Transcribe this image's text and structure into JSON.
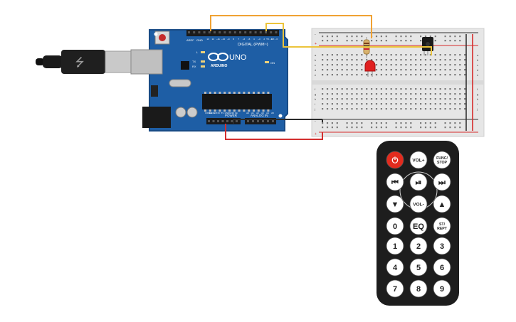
{
  "arduino": {
    "logo_text": "UNO",
    "brand_text": "ARDUINO",
    "digital_header": "DIGITAL (PWM~)",
    "power_header": "POWER",
    "analog_header": "ANALOG IN",
    "on_led_label": "ON",
    "tx_label": "TX",
    "rx_label": "RX",
    "l_led_label": "L",
    "aref_label": "AREF",
    "gnd_label": "GND",
    "digital_pins": [
      "13",
      "12",
      "~11",
      "~10",
      "~9",
      "8",
      "7",
      "~6",
      "~5",
      "4",
      "~3",
      "2",
      "TX→1",
      "RX←0"
    ],
    "power_pins": [
      "IOREF",
      "RESET",
      "3.3V",
      "5V",
      "GND",
      "GND",
      "Vin"
    ],
    "analog_pins": [
      "A0",
      "A1",
      "A2",
      "A3",
      "A4",
      "A5"
    ]
  },
  "breadboard": {
    "top_rail_signs": [
      "-",
      "+"
    ],
    "bottom_rail_signs": [
      "-",
      "+"
    ],
    "row_letters_top": [
      "a",
      "b",
      "c",
      "d",
      "e"
    ],
    "row_letters_bottom": [
      "f",
      "g",
      "h",
      "i",
      "j"
    ]
  },
  "remote": {
    "buttons": [
      {
        "id": "power",
        "label": "⏻",
        "color": "#e32b1e",
        "text_color": "#ffffff"
      },
      {
        "id": "vol-up",
        "label": "VOL+"
      },
      {
        "id": "func-stop",
        "label": "FUNC/\nSTOP"
      },
      {
        "id": "rewind",
        "label": "⏮"
      },
      {
        "id": "play-pause",
        "label": "⏯"
      },
      {
        "id": "fast-forward",
        "label": "⏭"
      },
      {
        "id": "down",
        "label": "▼"
      },
      {
        "id": "vol-down",
        "label": "VOL-"
      },
      {
        "id": "up",
        "label": "▲"
      },
      {
        "id": "digit-0",
        "label": "0"
      },
      {
        "id": "eq",
        "label": "EQ"
      },
      {
        "id": "st-rept",
        "label": "ST/\nREPT"
      },
      {
        "id": "digit-1",
        "label": "1"
      },
      {
        "id": "digit-2",
        "label": "2"
      },
      {
        "id": "digit-3",
        "label": "3"
      },
      {
        "id": "digit-4",
        "label": "4"
      },
      {
        "id": "digit-5",
        "label": "5"
      },
      {
        "id": "digit-6",
        "label": "6"
      },
      {
        "id": "digit-7",
        "label": "7"
      },
      {
        "id": "digit-8",
        "label": "8"
      },
      {
        "id": "digit-9",
        "label": "9"
      }
    ]
  },
  "colors": {
    "arduino_board": "#1e5ea5",
    "arduino_dark": "#174a85",
    "breadboard": "#e6e6e6",
    "rail_red": "#d62a2a",
    "rail_black": "#333333",
    "wire_orange": "#f0a233",
    "wire_yellow": "#ecc43b",
    "wire_red": "#d32f2f",
    "wire_black": "#2b2b2b",
    "led_red": "#e02020",
    "remote_body": "#1d1d1d"
  }
}
